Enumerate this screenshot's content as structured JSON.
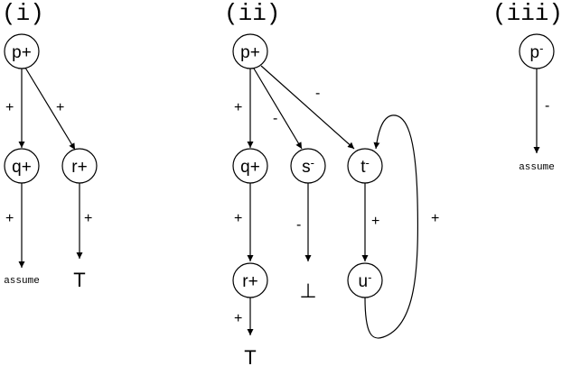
{
  "panels": [
    {
      "label": "(i)"
    },
    {
      "label": "(ii)"
    },
    {
      "label": "(iii)"
    }
  ],
  "nodes": {
    "i_p": {
      "letter": "p",
      "sign": "+"
    },
    "i_q": {
      "letter": "q",
      "sign": "+"
    },
    "i_r": {
      "letter": "r",
      "sign": "+"
    },
    "ii_p": {
      "letter": "p",
      "sign": "+"
    },
    "ii_q": {
      "letter": "q",
      "sign": "+"
    },
    "ii_s": {
      "letter": "s",
      "sign": "-"
    },
    "ii_t": {
      "letter": "t",
      "sign": "-"
    },
    "ii_r": {
      "letter": "r",
      "sign": "+"
    },
    "ii_u": {
      "letter": "u",
      "sign": "-"
    },
    "iii_p": {
      "letter": "p",
      "sign": "-"
    }
  },
  "edge_labels": {
    "i_p_q": "+",
    "i_p_r": "+",
    "i_q_out": "+",
    "i_r_out": "+",
    "ii_p_q": "+",
    "ii_p_s": "-",
    "ii_p_t": "-",
    "ii_q_r": "+",
    "ii_r_out": "+",
    "ii_s_out": "-",
    "ii_t_u": "+",
    "ii_u_t_loop": "+",
    "iii_p_out": "-"
  },
  "terminals": {
    "i_assume": "assume",
    "i_top": "T",
    "ii_top": "T",
    "ii_bottom": "⊥",
    "iii_assume": "assume"
  }
}
